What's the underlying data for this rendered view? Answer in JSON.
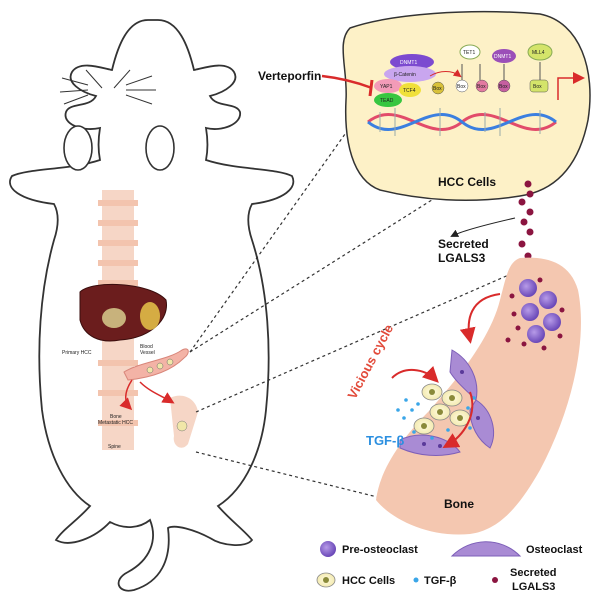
{
  "title_inhibitor": "Verteporfin",
  "cell_label": "HCC Cells",
  "secreted_label_line1": "Secreted",
  "secreted_label_line2": "LGALS3",
  "vicious_cycle": "Vicious cycle",
  "tgf": "TGF-β",
  "bone": "Bone",
  "mouse_labels": {
    "primary": "Primary HCC",
    "blood_line1": "Blood",
    "blood_line2": "Vessel",
    "bone_meta_line1": "Bone",
    "bone_meta_line2": "Metastatic HCC",
    "spine": "Spine"
  },
  "proteins": {
    "dnmt1_top": "DNMT1",
    "beta_catenin": "β-Catenin",
    "yap1": "YAP1",
    "tcf4": "TCF4",
    "tead": "TEAD",
    "tet1": "TET1",
    "dnmt1_b": "DNMT1",
    "mll4": "MLL4",
    "box_g": "Box",
    "box_y": "Box",
    "box_r": "Box",
    "box_m": "Box",
    "box_x": "Box"
  },
  "legend": {
    "pre_osteoclast": "Pre-osteoclast",
    "osteoclast": "Osteoclast",
    "hcc_cells": "HCC Cells",
    "tgf_beta": "TGF-β",
    "secreted_line1": "Secreted",
    "secreted_line2": "LGALS3"
  },
  "colors": {
    "cell_bg": "#fdf1c7",
    "bone": "#f4c7b0",
    "liver": "#6b1d1d",
    "osteoclast": "#a98bd4",
    "pre_osteoclast": "#7c5cc8",
    "lgals3": "#8b1540",
    "tgf": "#3aa6e8",
    "arrow_red": "#d92b2b"
  }
}
